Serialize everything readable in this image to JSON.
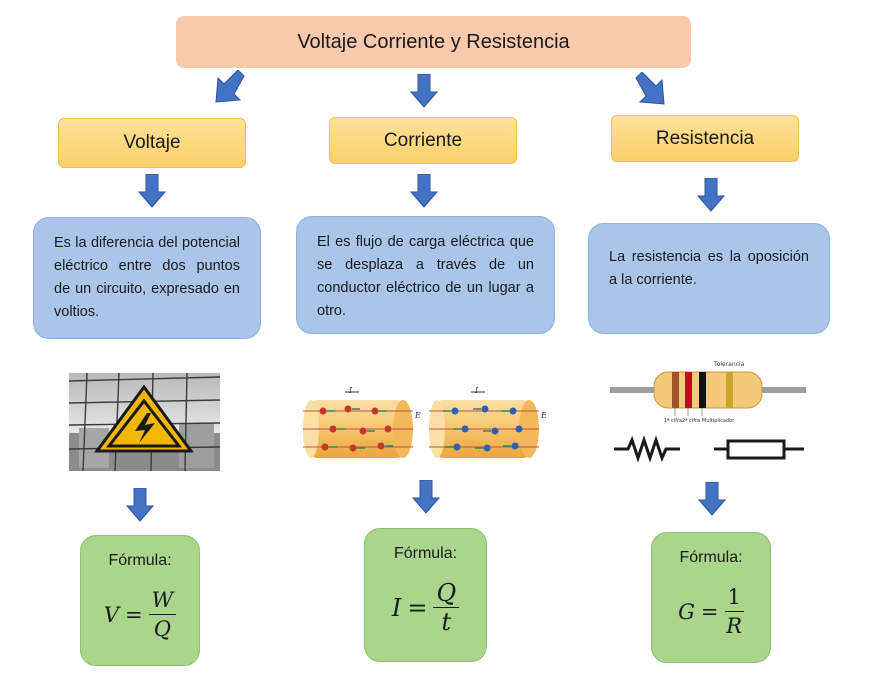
{
  "title": "Voltaje Corriente y Resistencia",
  "columns": [
    {
      "heading": "Voltaje",
      "description": "Es la diferencia del potencial eléctrico entre dos puntos de un circuito, expresado en voltios.",
      "formula_label": "Fórmula:",
      "formula": {
        "lhs": "V",
        "op": "=",
        "num": "W",
        "den": "Q"
      },
      "image_icon": "high-voltage-warning-sign"
    },
    {
      "heading": "Corriente",
      "description": "El es flujo de carga eléctrica que se desplaza a través de un conductor eléctrico de un lugar a otro.",
      "formula_label": "Fórmula:",
      "formula": {
        "lhs": "I",
        "op": "=",
        "num": "Q",
        "den": "t"
      },
      "image_icon": "current-flow-conductors",
      "image_labels": {
        "current": "I",
        "field": "E"
      }
    },
    {
      "heading": "Resistencia",
      "description": "La resistencia es la oposición a la corriente.",
      "formula_label": "Fórmula:",
      "formula": {
        "lhs": "G",
        "op": "=",
        "num": "1",
        "den": "R"
      },
      "image_icon": "resistor-color-code",
      "image_labels": {
        "tolerance": "Tolerancia",
        "band1": "1ª cifra",
        "band2": "2ª cifra",
        "multiplier": "Multiplicador"
      }
    }
  ],
  "colors": {
    "title_bg": "#f8c9ad",
    "heading_bg": "#fbd06a",
    "description_bg": "#a9c6ea",
    "formula_bg": "#a9d58c",
    "arrow": "#4472c4"
  }
}
